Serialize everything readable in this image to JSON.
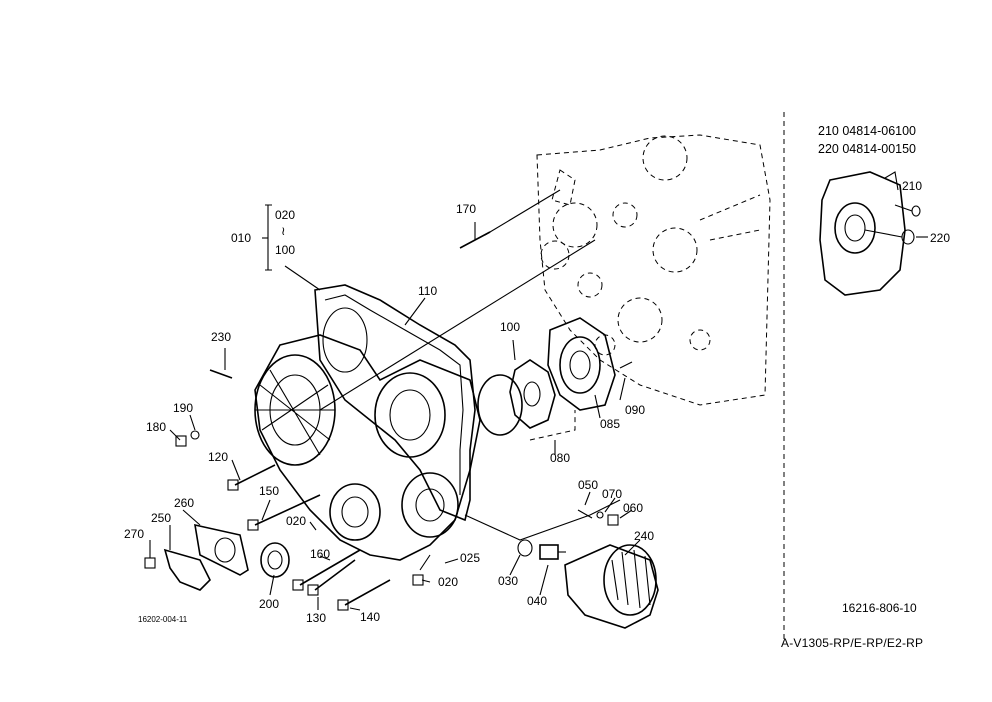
{
  "callouts": {
    "c010": "010",
    "c020a": "020",
    "c100a": "100",
    "c170": "170",
    "c110": "110",
    "c100b": "100",
    "c230": "230",
    "c190": "190",
    "c180": "180",
    "c120": "120",
    "c150": "150",
    "c260": "260",
    "c250": "250",
    "c270": "270",
    "c020b": "020",
    "c200": "200",
    "c160": "160",
    "c130": "130",
    "c140": "140",
    "c025": "025",
    "c020c": "020",
    "c090": "090",
    "c085": "085",
    "c080": "080",
    "c050": "050",
    "c070": "070",
    "c060": "060",
    "c240": "240",
    "c030": "030",
    "c040": "040",
    "c210": "210",
    "c220": "220"
  },
  "inset_parts": [
    "210 04814-06100",
    "220 04814-00150"
  ],
  "figure_code": "16202-004-11",
  "drawing_no": "16216-806-10",
  "model_line": "A-V1305-RP/E-RP/E2-RP"
}
